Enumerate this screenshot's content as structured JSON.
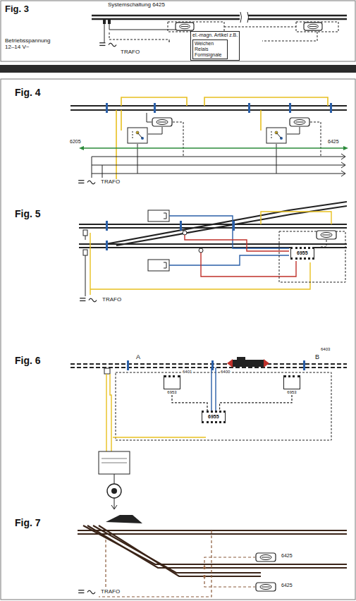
{
  "diagram": {
    "nodes": [
      {
        "text": [
          "el.-magn. Artikel z.B."
        ]
      },
      {
        "text": [
          "Weichen Relais Formsignale"
        ],
        "in": 0
      },
      {
        "text": [
          "6955"
        ]
      },
      {
        "text": [
          "6953"
        ]
      },
      {
        "text": [
          "6953"
        ]
      },
      {
        "text": [
          "6955"
        ]
      }
    ],
    "edges": [
      {
        "from": 3,
        "to": 5,
        "arrow": "none"
      },
      {
        "from": 4,
        "to": 5,
        "arrow": "none"
      }
    ],
    "labels": [
      "Fig. 3",
      "Systemschaltung 6425",
      "Betriebsspannung 12–14 V~",
      "TRAFO",
      "Fig. 4",
      "6205",
      "6425",
      "TRAFO",
      "Fig. 5",
      "TRAFO",
      "Fig. 6",
      "A",
      "B",
      "6401",
      "6400",
      "6403",
      "Fig. 7",
      "6425",
      "6425",
      "TRAFO"
    ]
  }
}
